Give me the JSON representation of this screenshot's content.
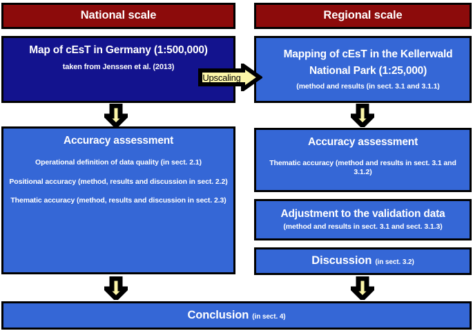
{
  "columns": {
    "national": {
      "header": "National scale",
      "map_box": {
        "title": "Map of cEsT in Germany (1:500,000)",
        "subtitle": "taken from Jenssen et al. (2013)"
      },
      "accuracy_box": {
        "heading": "Accuracy assessment",
        "items": [
          "Operational definition of data quality (in sect. 2.1)",
          "Positional accuracy  (method, results and discussion in sect. 2.2)",
          "Thematic accuracy (method, results and discussion in sect. 2.3)"
        ]
      }
    },
    "regional": {
      "header": "Regional scale",
      "map_box": {
        "title_line1": "Mapping of cEsT in the  Kellerwald",
        "title_line2": "National Park (1:25,000)",
        "subtitle": "(method and results (in sect. 3.1 and 3.1.1)"
      },
      "accuracy_box": {
        "heading": "Accuracy assessment",
        "item": "Thematic accuracy (method and results in sect. 3.1 and 3.1.2)"
      },
      "adjustment_box": {
        "heading": "Adjustment to the validation data",
        "subtitle": "(method and results in sect. 3.1 and sect. 3.1.3)"
      },
      "discussion_box": {
        "heading": "Discussion",
        "note": "(in sect. 3.2)"
      }
    }
  },
  "upscaling_arrow": {
    "label": "Upscaling"
  },
  "conclusion": {
    "heading": "Conclusion",
    "note": "(in sect. 4)"
  },
  "colors": {
    "header_red": "#8C0B0B",
    "navy": "#13138E",
    "blue": "#3567D6",
    "arrow_yellow": "#FCF6A8",
    "outline": "#000000",
    "text": "#FFFFFF"
  }
}
